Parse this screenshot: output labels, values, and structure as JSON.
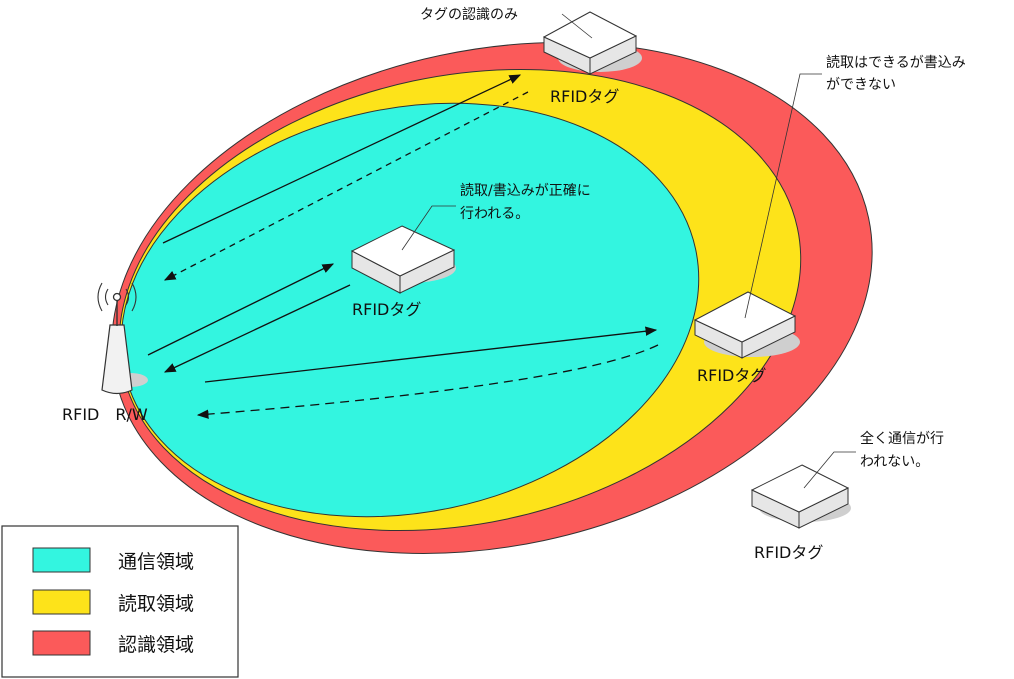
{
  "colors": {
    "communication_zone": "#33f5e0",
    "read_zone": "#fde31a",
    "recognition_zone": "#fb5a5a",
    "tag_top": "#ffffff",
    "tag_side": "#e6e6e6",
    "shadow": "#cfcfcf"
  },
  "reader": {
    "label": "RFID　R/W"
  },
  "tags": [
    {
      "label": "RFIDタグ",
      "note": [
        "タグの認識のみ"
      ]
    },
    {
      "label": "RFIDタグ",
      "note": [
        "読取/書込みが正確に",
        "行われる。"
      ]
    },
    {
      "label": "RFIDタグ",
      "note": [
        "読取はできるが書込み",
        "ができない"
      ]
    },
    {
      "label": "RFIDタグ",
      "note": [
        "全く通信が行",
        "われない。"
      ]
    }
  ],
  "legend": [
    {
      "label": "通信領域",
      "color": "#33f5e0"
    },
    {
      "label": "読取領域",
      "color": "#fde31a"
    },
    {
      "label": "認識領域",
      "color": "#fb5a5a"
    }
  ]
}
